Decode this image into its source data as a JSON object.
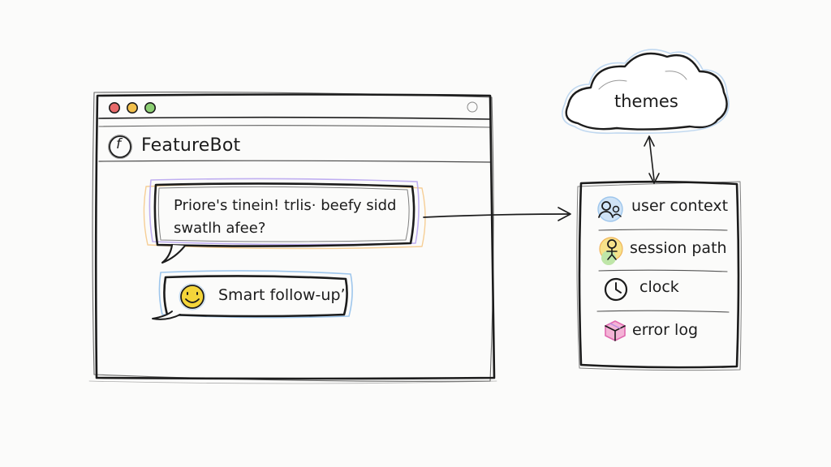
{
  "app": {
    "logo_glyph": "f",
    "title": "FeatureBot"
  },
  "chat": {
    "user_bubble_line1": "Priore's tinein! trlis· beefy sidd",
    "user_bubble_line2": "swatlh afee?",
    "followup_label": "Smart follow-upʼ"
  },
  "cloud": {
    "label": "themes"
  },
  "context_panel": {
    "items": [
      {
        "label": "user context",
        "icon": "users-icon",
        "color": "#9ec6ec"
      },
      {
        "label": "session path",
        "icon": "person-path-icon",
        "color": "#8fd37a"
      },
      {
        "label": "clock",
        "icon": "clock-icon",
        "color": "#1c1c1c"
      },
      {
        "label": "error log",
        "icon": "box-icon",
        "color": "#e06ab0"
      }
    ]
  },
  "colors": {
    "window_controls": [
      "#e86a6a",
      "#f2c04b",
      "#8ccf73"
    ],
    "user_bubble_accent": "#b9a6f0",
    "user_bubble_glow": "#f5c98a",
    "followup_accent": "#9ec6ec",
    "smile_face": "#f4d53a",
    "cloud_tint": "#b9d4ee"
  }
}
